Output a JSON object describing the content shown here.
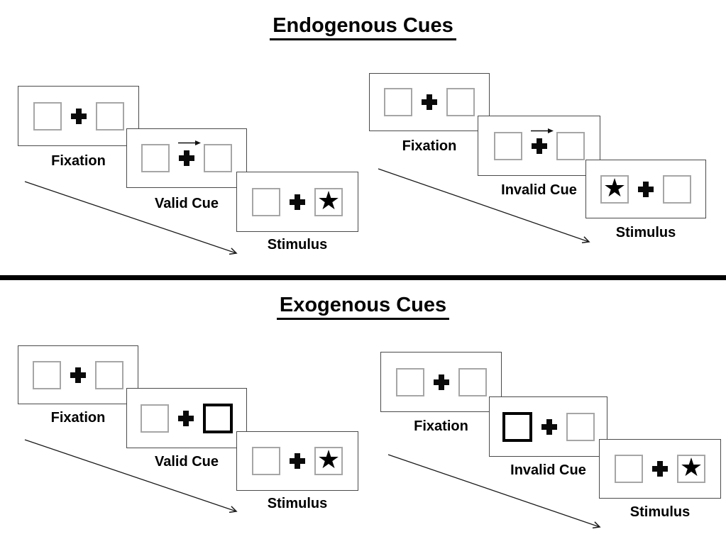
{
  "sections": {
    "endogenous": {
      "title": "Endogenous Cues"
    },
    "exogenous": {
      "title": "Exogenous Cues"
    }
  },
  "glyphs": {
    "star": "★"
  },
  "icons": {
    "fixation_cross": "heavy-plus-cross",
    "cue_arrow": "small-rightwards-arrow",
    "timeline_arrow": "diagonal-down-right-arrow",
    "target": "black-star"
  },
  "colors": {
    "background": "#ffffff",
    "ink": "#000000",
    "frame_border": "#4a4a4a",
    "square_border": "#a6a6a6",
    "cue_highlight_border": "#000000",
    "divider": "#000000"
  },
  "panels": [
    {
      "id": "endogenous-valid",
      "section": "Endogenous Cues",
      "cue_style": "central arrow pointing right",
      "target_side": "right",
      "frames": [
        {
          "label": "Fixation"
        },
        {
          "label": "Valid Cue"
        },
        {
          "label": "Stimulus"
        }
      ]
    },
    {
      "id": "endogenous-invalid",
      "section": "Endogenous Cues",
      "cue_style": "central arrow pointing right",
      "target_side": "left",
      "frames": [
        {
          "label": "Fixation"
        },
        {
          "label": "Invalid Cue"
        },
        {
          "label": "Stimulus"
        }
      ]
    },
    {
      "id": "exogenous-valid",
      "section": "Exogenous Cues",
      "cue_style": "right box highlighted",
      "target_side": "right",
      "frames": [
        {
          "label": "Fixation"
        },
        {
          "label": "Valid Cue"
        },
        {
          "label": "Stimulus"
        }
      ]
    },
    {
      "id": "exogenous-invalid",
      "section": "Exogenous Cues",
      "cue_style": "left box highlighted",
      "target_side": "right",
      "frames": [
        {
          "label": "Fixation"
        },
        {
          "label": "Invalid Cue"
        },
        {
          "label": "Stimulus"
        }
      ]
    }
  ]
}
